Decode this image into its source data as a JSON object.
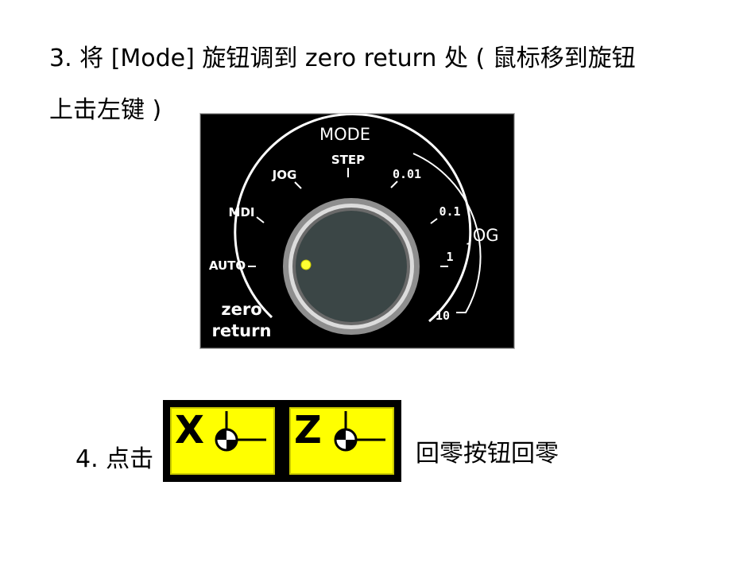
{
  "step3": {
    "line1": "3. 将 [Mode] 旋钮调到 zero return 处 ( 鼠标移到旋钮",
    "line2": "上击左键 )"
  },
  "mode_knob": {
    "title": "MODE",
    "left_positions": [
      "JOG",
      "MDI",
      "AUTO"
    ],
    "zero_return_line1": "zero",
    "zero_return_line2": "return",
    "top_position": "STEP",
    "jog_increments": [
      "0.01",
      "0.1",
      "1",
      "10"
    ],
    "jog_group_label": "JOG",
    "selected": "zero return",
    "indicator_color": "#ffff33",
    "knob_color": "#3b4646"
  },
  "step4": {
    "prefix": "4. 点击",
    "suffix": "回零按钮回零"
  },
  "home_buttons": [
    {
      "axis": "X",
      "color": "#ffff00"
    },
    {
      "axis": "Z",
      "color": "#ffff00"
    }
  ]
}
